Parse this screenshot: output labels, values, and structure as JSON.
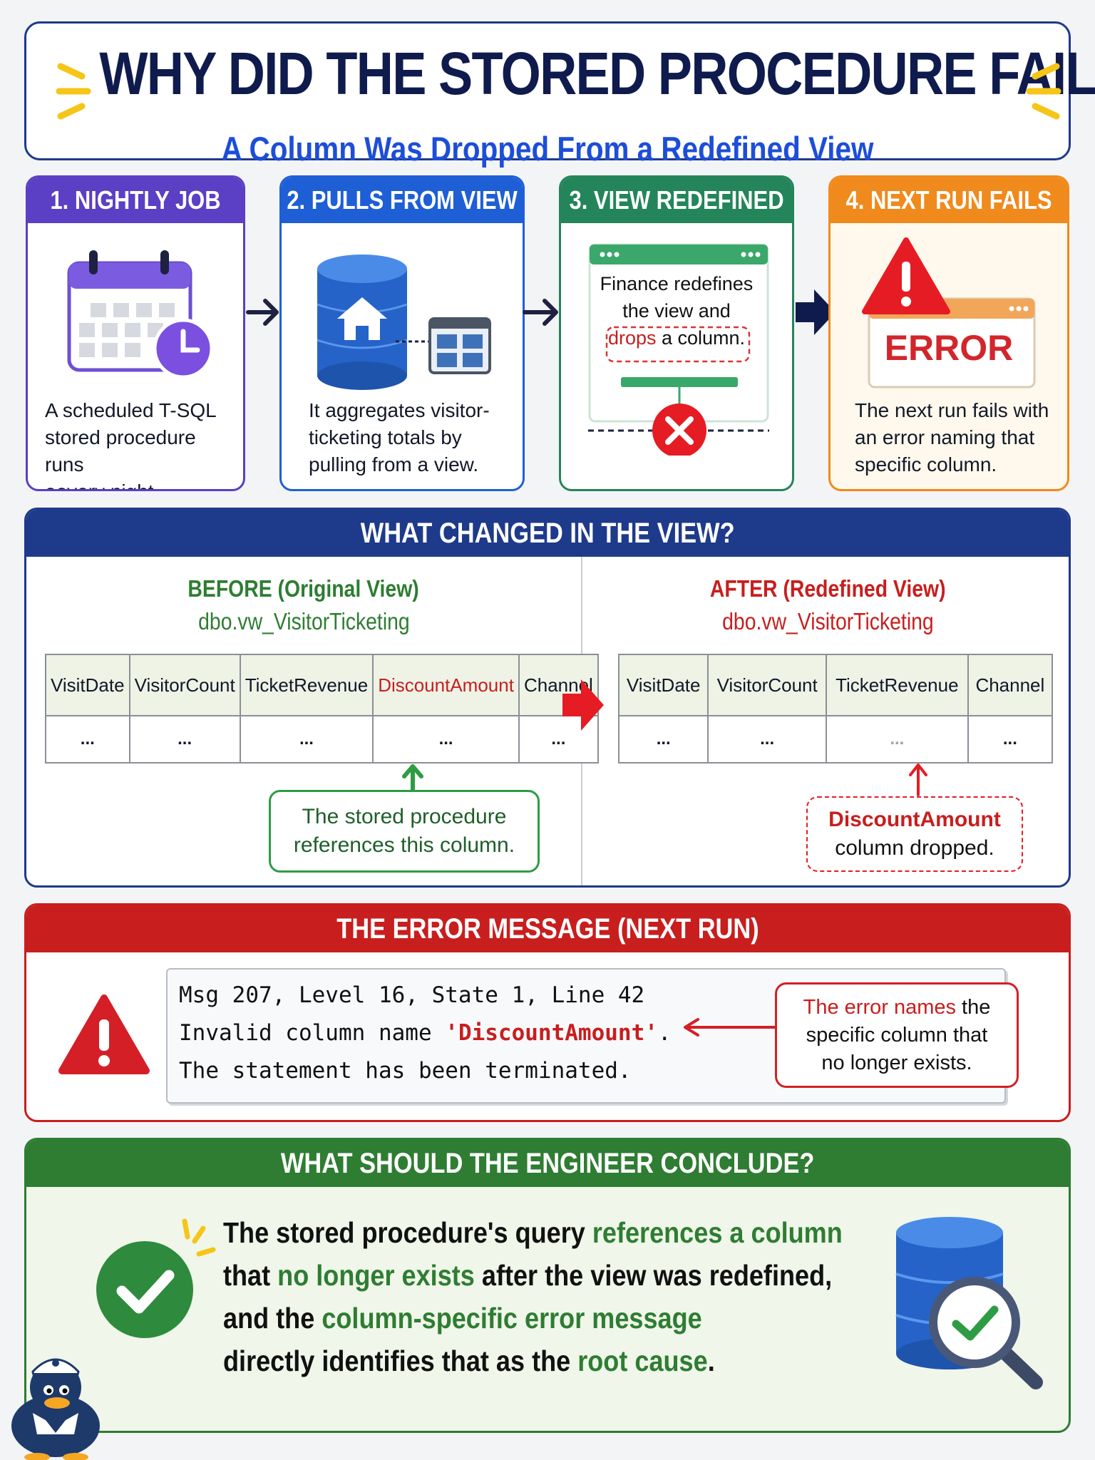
{
  "header": {
    "title": "WHY DID THE STORED PROCEDURE FAIL?",
    "subtitle": "A Column Was Dropped From a Redefined View"
  },
  "steps": [
    {
      "title": "1. NIGHTLY JOB",
      "lines": [
        "A scheduled T-SQL",
        "stored procedure runs",
        "eevery night."
      ],
      "color": "#5b3fc4",
      "bg": "#ffffff",
      "icon": "calendar-clock-icon"
    },
    {
      "title": "2. PULLS FROM VIEW",
      "lines": [
        "It aggregates visitor-",
        "ticketing totals by",
        "pulling from a view."
      ],
      "color": "#1f5fd6",
      "bg": "#ffffff",
      "icon": "database-view-icon"
    },
    {
      "title": "3. VIEW REDEFINED",
      "lines": [
        "Finance redefines",
        "the view and"
      ],
      "drop_word": "drops",
      "drop_rest": " a column.",
      "color": "#24855a",
      "bg": "#ffffff",
      "icon": "window-drop-icon"
    },
    {
      "title": "4. NEXT RUN FAILS",
      "lines": [
        "The next run fails with",
        "an error naming that",
        "specific column."
      ],
      "error_label": "ERROR",
      "color": "#f08a1c",
      "bg": "#fff8ec",
      "icon": "warning-window-icon"
    }
  ],
  "changed": {
    "title": "WHAT CHANGED IN THE VIEW?",
    "before": {
      "label": "BEFORE (Original View)",
      "view": "dbo.vw_VisitorTicketing",
      "columns": [
        "VisitDate",
        "VisitorCount",
        "TicketRevenue",
        "DiscountAmount",
        "Channel"
      ],
      "cells": [
        "...",
        "...",
        "...",
        "...",
        "..."
      ],
      "note": [
        "The stored procedure",
        "references this column."
      ]
    },
    "after": {
      "label": "AFTER (Redefined View)",
      "view": "dbo.vw_VisitorTicketing",
      "columns": [
        "VisitDate",
        "VisitorCount",
        "TicketRevenue",
        "Channel"
      ],
      "cells": [
        "...",
        "...",
        "...",
        "..."
      ],
      "note_col": "DiscountAmount",
      "note_rest": "column dropped."
    }
  },
  "error": {
    "title": "THE ERROR MESSAGE (NEXT RUN)",
    "line1": "Msg 207, Level 16, State 1, Line 42",
    "line2_pre": "Invalid column name ",
    "line2_col": "'DiscountAmount'",
    "line2_post": ".",
    "line3": "The statement has been terminated.",
    "callout_red": "The error names",
    "callout_rest1": " the",
    "callout_line2": "specific column that",
    "callout_line3": "no longer exists."
  },
  "conclusion": {
    "title": "WHAT SHOULD THE ENGINEER CONCLUDE?",
    "l1a": "The stored procedure's query ",
    "l1b": "references a column",
    "l2a": "that ",
    "l2b": "no longer exists",
    "l2c": " after the view was redefined,",
    "l3a": "and the ",
    "l3b": "column-specific error message",
    "l4a": "directly identifies that as the ",
    "l4b": "root cause",
    "l4c": "."
  },
  "colors": {
    "navy": "#1e3a8a",
    "red": "#c81e1e",
    "green": "#2e7d32",
    "orange": "#f08a1c",
    "purple": "#5b3fc4",
    "blue": "#1f5fd6"
  }
}
